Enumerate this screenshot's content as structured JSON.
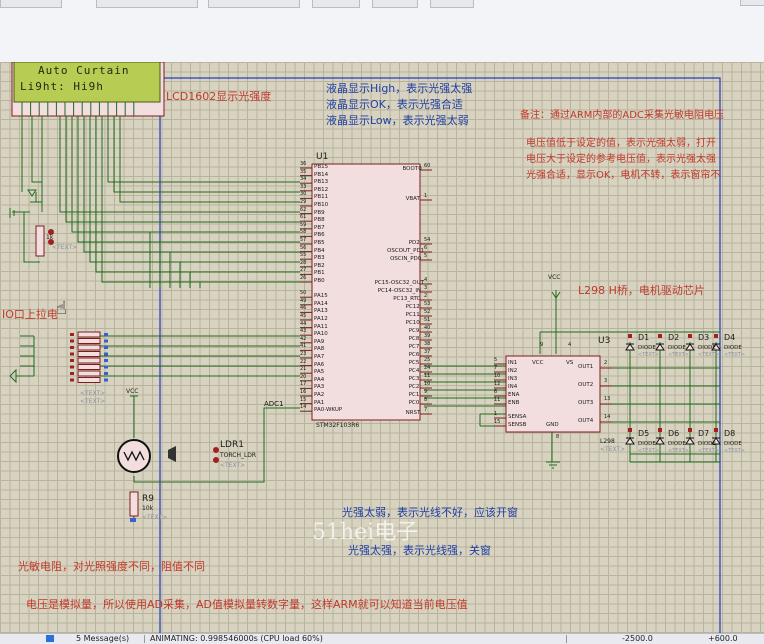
{
  "lcd": {
    "line1": "Auto Curtain",
    "line2": "Li9ht: Hi9h",
    "caption": "LCD1602显示光强度"
  },
  "notes": {
    "lcd_high": "液晶显示High，表示光强太强",
    "lcd_ok": "液晶显示OK，表示光强合适",
    "lcd_low": "液晶显示Low，表示光强太弱",
    "remark_title": "备注：通过ARM内部的ADC采集光敏电阻电压",
    "remark_1": "电压值低于设定的值，表示光强太弱，打开",
    "remark_2": "电压大于设定的参考电压值，表示光强太强",
    "remark_3": "光强合适，显示OK，电机不转，表示窗帘不",
    "io_pullup": "IO口上拉电",
    "l298_title": "L298  H桥，电机驱动芯片",
    "weak_light": "光强太弱，表示光线不好，应该开窗",
    "strong_light": "光强太强，表示光线强，关窗",
    "ldr_desc": "光敏电阻，对光照强度不同，阻值不同",
    "adc_desc": "电压是模拟量，所以使用AD采集，AD值模拟量转数字量，这样ARM就可以知道当前电压值",
    "watermark": "51hei电子"
  },
  "mcu": {
    "ref": "U1",
    "part": "STM32F103R6",
    "left_pins": [
      "PB15",
      "PB14",
      "PB13",
      "PB12",
      "PB11",
      "PB10",
      "PB9",
      "PB8",
      "PB7",
      "PB6",
      "PB5",
      "PB4",
      "PB3",
      "PB2",
      "PB1",
      "PB0",
      "",
      "PA15",
      "PA14",
      "PA13",
      "PA12",
      "PA11",
      "PA10",
      "PA9",
      "PA8",
      "PA7",
      "PA6",
      "PA5",
      "PA4",
      "PA3",
      "PA2",
      "PA1",
      "PA0-WKUP"
    ],
    "left_nums": [
      "36",
      "35",
      "34",
      "33",
      "30",
      "29",
      "62",
      "61",
      "59",
      "58",
      "57",
      "56",
      "55",
      "28",
      "27",
      "26",
      "",
      "50",
      "49",
      "46",
      "45",
      "44",
      "43",
      "42",
      "41",
      "23",
      "22",
      "21",
      "20",
      "17",
      "16",
      "15",
      "14"
    ],
    "right_pins": [
      [
        "BOOT0",
        "60"
      ],
      [
        "VBAT",
        "1"
      ],
      [
        "PD2",
        "54"
      ],
      [
        "OSCOUT_PD1",
        "6"
      ],
      [
        "OSCIN_PD0",
        "5"
      ],
      [
        "PC15-OSC32_OUT",
        "4"
      ],
      [
        "PC14-OSC32_IN",
        "3"
      ],
      [
        "PC13_RTC",
        "2"
      ],
      [
        "PC12",
        "53"
      ],
      [
        "PC11",
        "52"
      ],
      [
        "PC10",
        "51"
      ],
      [
        "PC9",
        "40"
      ],
      [
        "PC8",
        "39"
      ],
      [
        "PC7",
        "38"
      ],
      [
        "PC6",
        "37"
      ],
      [
        "PC5",
        "25"
      ],
      [
        "PC4",
        "24"
      ],
      [
        "PC3",
        "11"
      ],
      [
        "PC2",
        "10"
      ],
      [
        "PC1",
        "9"
      ],
      [
        "PC0",
        "8"
      ],
      [
        "NRST",
        "7"
      ]
    ]
  },
  "driver": {
    "ref": "U3",
    "part": "L298",
    "inputs": [
      [
        "IN1",
        "5"
      ],
      [
        "IN2",
        "7"
      ],
      [
        "IN3",
        "10"
      ],
      [
        "IN4",
        "12"
      ],
      [
        "ENA",
        "6"
      ],
      [
        "ENB",
        "11"
      ],
      [
        "",
        ""
      ],
      [
        "SENSA",
        "1"
      ],
      [
        "SENSB",
        "15"
      ]
    ],
    "outputs": [
      [
        "OUT1",
        "2"
      ],
      [
        "OUT2",
        "3"
      ],
      [
        "OUT3",
        "13"
      ],
      [
        "OUT4",
        "14"
      ]
    ],
    "top_pins": [
      "9",
      "4"
    ],
    "top_labels": [
      "VCC",
      "VS"
    ],
    "gnd": "GND",
    "gnd_pin": "8"
  },
  "diodes": [
    {
      "ref": "D1",
      "type": "DIODE"
    },
    {
      "ref": "D2",
      "type": "DIODE"
    },
    {
      "ref": "D3",
      "type": "DIODE"
    },
    {
      "ref": "D4",
      "type": "DIODE"
    },
    {
      "ref": "D5",
      "type": "DIODE"
    },
    {
      "ref": "D6",
      "type": "DIODE"
    },
    {
      "ref": "D7",
      "type": "DIODE"
    },
    {
      "ref": "D8",
      "type": "DIODE"
    }
  ],
  "parts": {
    "ldr_ref": "LDR1",
    "ldr_part": "TORCH_LDR",
    "r9_ref": "R9",
    "r9_value": "10k",
    "pot_value": "1k",
    "vcc": "VCC",
    "adc_net": "ADC1",
    "text_tag": "<TEXT>"
  },
  "status": {
    "messages": "5 Message(s)",
    "animating": "ANIMATING: 0.998546000s (CPU load 60%)",
    "coord_x": "-2500.0",
    "coord_y": "+600.0"
  },
  "colors": {
    "wire": "#1e6b1e",
    "body": "#f2dede",
    "outline": "#7a1d1d",
    "lcd": "#b6cc53",
    "frame": "#1a3bbf",
    "note_red": "#c0392b",
    "note_blue": "#1f3fa6"
  }
}
